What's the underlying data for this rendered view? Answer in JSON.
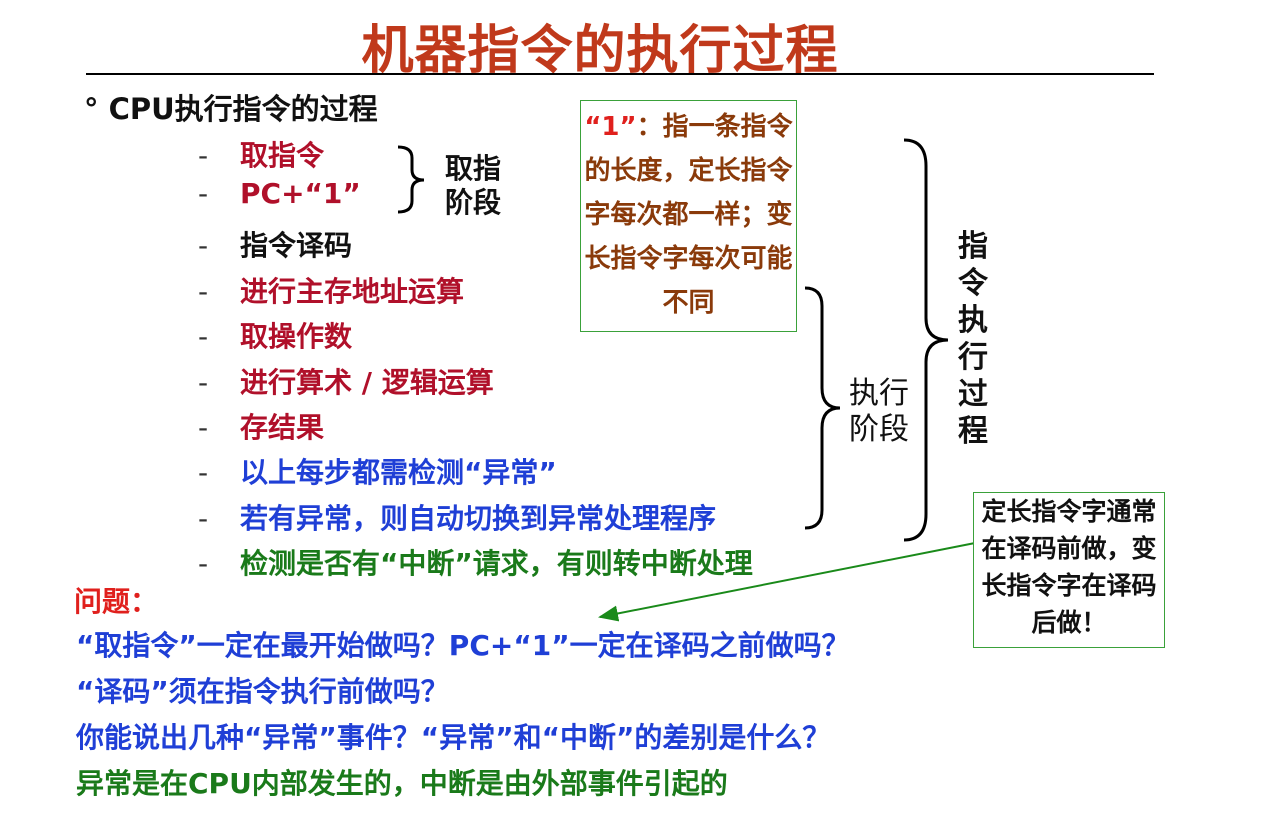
{
  "title": "机器指令的执行过程",
  "heading": "° CPU执行指令的过程",
  "steps": [
    {
      "dash": "-",
      "text": "取指令"
    },
    {
      "dash": "-",
      "text": "PC+“1”"
    },
    {
      "dash": "-",
      "text": "指令译码"
    },
    {
      "dash": "-",
      "text": "进行主存地址运算"
    },
    {
      "dash": "-",
      "text": "取操作数"
    },
    {
      "dash": "-",
      "text": "进行算术 / 逻辑运算"
    },
    {
      "dash": "-",
      "text": "存结果"
    },
    {
      "dash": "-",
      "text": "以上每步都需检测“异常”"
    },
    {
      "dash": "-",
      "text": "若有异常，则自动切换到异常处理程序"
    },
    {
      "dash": "-",
      "text": "检测是否有“中断”请求，有则转中断处理"
    }
  ],
  "labels": {
    "fetch_stage": "取指阶段",
    "exec_stage": "执行阶段",
    "exec_process": "指令执行过程"
  },
  "notes": {
    "length_quote": "“1”",
    "length_rest": "：指一条指令的长度，定长指令字每次都一样；变长指令字每次可能不同",
    "decode_timing": "定长指令字通常在译码前做，变长指令字在译码后做！"
  },
  "problem_label": "问题：",
  "questions": [
    "“取指令”一定在最开始做吗？PC+“1”一定在译码之前做吗？",
    "“译码”须在指令执行前做吗？",
    "你能说出几种“异常”事件？“异常”和“中断”的差别是什么？",
    "异常是在CPU内部发生的，中断是由外部事件引起的"
  ],
  "colors": {
    "title": "#c0391b",
    "red": "#b0102a",
    "blue": "#1f3fd6",
    "green": "#1a7a1a",
    "alert": "#e0201d",
    "note_border": "#3aa13a"
  }
}
